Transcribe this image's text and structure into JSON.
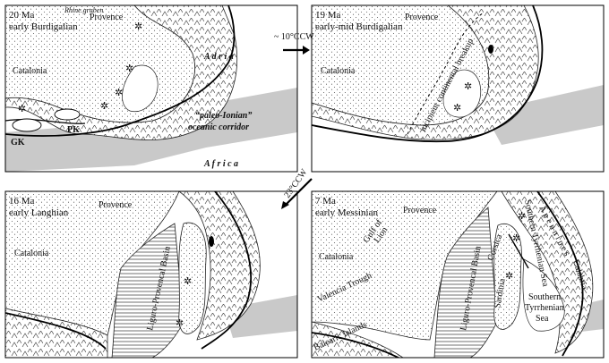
{
  "panels": [
    {
      "age": "20 Ma",
      "stage": "early Burdigalian",
      "labels": {
        "provence": "Provence",
        "catalonia": "Catalonia",
        "adria": "A d r i a",
        "corridor_1": "“paleo-Ionian”",
        "corridor_2": "oceanic corridor",
        "africa": "A f r i c a",
        "gk": "GK",
        "pk": "PK",
        "graben": "Rhine graben"
      }
    },
    {
      "age": "19 Ma",
      "stage": "early-mid Burdigalian",
      "labels": {
        "provence": "Provence",
        "catalonia": "Catalonia",
        "breakup": "incipient continental breakup"
      }
    },
    {
      "age": "16 Ma",
      "stage": "early Langhian",
      "labels": {
        "provence": "Provence",
        "catalonia": "Catalonia",
        "basin": "Liguro-Provencal Basin"
      }
    },
    {
      "age": "7 Ma",
      "stage": "early Messinian",
      "labels": {
        "catalonia": "Catalonia",
        "provence": "Provence",
        "gulf_1": "Gulf of",
        "gulf_2": "Lion",
        "valencia": "Valencia Trough",
        "balearic": "Balearic Islands",
        "basin": "Liguro-Provencal Basin",
        "corsica": "Corsica",
        "sardinia": "Sardinia",
        "tyrrhenian_1": "Southern",
        "tyrrhenian_2": "Tyrrhenian",
        "tyrrhenian_3": "Sea",
        "small_tyrr": "Southern Tyrrhenian Sea",
        "apennines": "A p e n n i n e s",
        "calabria": "Calabria"
      }
    }
  ],
  "arrows": {
    "rotation_1": "~ 10°CCW",
    "rotation_2": "23°CCW"
  }
}
